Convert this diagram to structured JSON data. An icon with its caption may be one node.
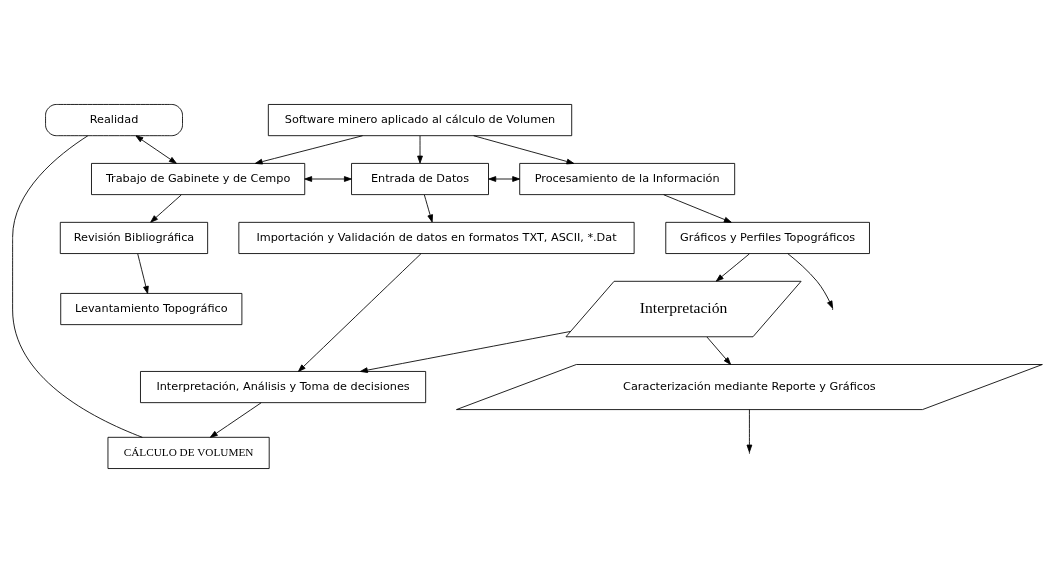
{
  "diagram": {
    "nodes": [
      {
        "text": [
          "Software minero aplicado al cálculo de Volumen"
        ]
      },
      {
        "text": [
          "Trabajo de Gabinete y de Cempo"
        ]
      },
      {
        "text": [
          "Entrada de Datos"
        ]
      },
      {
        "text": [
          "Procesamiento de la Información"
        ]
      },
      {
        "text": [
          "Revisión Bibliográfica"
        ]
      },
      {
        "text": [
          "Levantamiento Topográfico"
        ]
      },
      {
        "text": [
          "Importación y Validación de datos en formatos TXT, ASCII, *.Dat"
        ]
      },
      {
        "text": [
          "Gráficos y Perfiles Topográficos"
        ]
      },
      {
        "text": [
          "Interpretación"
        ]
      },
      {
        "text": [
          "Interpretación, Análisis y Toma de decisiones"
        ]
      },
      {
        "text": [
          "Realidad"
        ]
      },
      {
        "text": [
          "Caracterización mediante Reporte y Gráficos"
        ]
      },
      {
        "text": [
          "CÁLCULO DE VOLUMEN"
        ]
      }
    ],
    "edges": [
      {
        "from": 0,
        "to": 1,
        "arrow": "to"
      },
      {
        "from": 0,
        "to": 2,
        "arrow": "to"
      },
      {
        "from": 0,
        "to": 3,
        "arrow": "to"
      },
      {
        "from": 1,
        "to": 2,
        "arrow": "both"
      },
      {
        "from": 2,
        "to": 3,
        "arrow": "both"
      },
      {
        "from": 1,
        "to": 4,
        "arrow": "to"
      },
      {
        "from": 4,
        "to": 5,
        "arrow": "to"
      },
      {
        "from": 2,
        "to": 6,
        "arrow": "to"
      },
      {
        "from": 3,
        "to": 7,
        "arrow": "to"
      },
      {
        "from": 6,
        "to": 9,
        "arrow": "to"
      },
      {
        "from": 7,
        "to": 8,
        "arrow": "to"
      },
      {
        "from": 7,
        "to": null,
        "arrow": "to"
      },
      {
        "from": 8,
        "to": 9,
        "arrow": "to"
      },
      {
        "from": 8,
        "to": 11,
        "arrow": "to"
      },
      {
        "from": 11,
        "to": null,
        "arrow": "to"
      },
      {
        "from": 10,
        "to": 1,
        "arrow": "both"
      },
      {
        "from": 9,
        "to": 12,
        "arrow": "to"
      },
      {
        "from": 10,
        "to": 12,
        "arrow": "none"
      }
    ]
  }
}
